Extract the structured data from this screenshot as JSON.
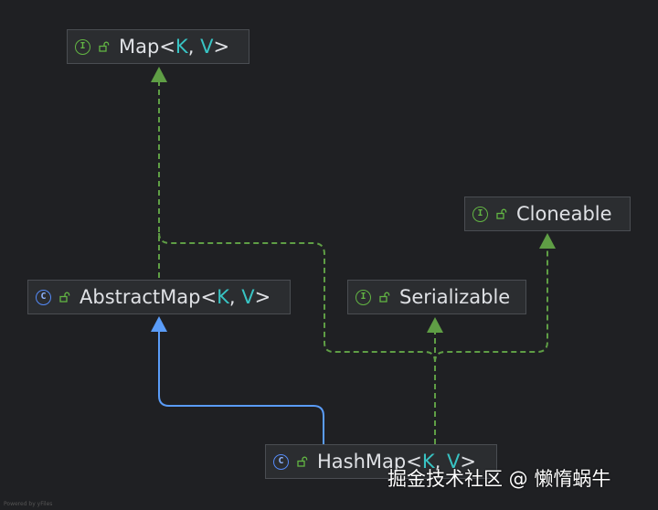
{
  "nodes": {
    "map": {
      "kind": "interface",
      "kind_letter": "I",
      "name": "Map<",
      "p1": "K",
      "sep": ", ",
      "p2": "V",
      "close": ">"
    },
    "cloneable": {
      "kind": "interface",
      "kind_letter": "I",
      "name": "Cloneable"
    },
    "abstract_map": {
      "kind": "class",
      "kind_letter": "C",
      "name": "AbstractMap<",
      "p1": "K",
      "sep": ", ",
      "p2": "V",
      "close": ">"
    },
    "serializable": {
      "kind": "interface",
      "kind_letter": "I",
      "name": "Serializable"
    },
    "hash_map": {
      "kind": "class",
      "kind_letter": "C",
      "name": "HashMap<",
      "p1": "K",
      "sep": ", ",
      "p2": "V",
      "close": ">"
    }
  },
  "relations": [
    {
      "from": "abstract_map",
      "to": "map",
      "type": "implements"
    },
    {
      "from": "hash_map",
      "to": "map",
      "type": "implements"
    },
    {
      "from": "hash_map",
      "to": "serializable",
      "type": "implements"
    },
    {
      "from": "hash_map",
      "to": "cloneable",
      "type": "implements"
    },
    {
      "from": "hash_map",
      "to": "abstract_map",
      "type": "extends"
    }
  ],
  "colors": {
    "implements_edge": "#5f9e45",
    "extends_edge": "#5a9cf8",
    "interface_icon": "#62b543",
    "class_icon": "#548af7",
    "type_param": "#38c3c3"
  },
  "watermark": "掘金技术社区 @ 懒惰蜗牛",
  "corner_text": "Powered by yFiles"
}
